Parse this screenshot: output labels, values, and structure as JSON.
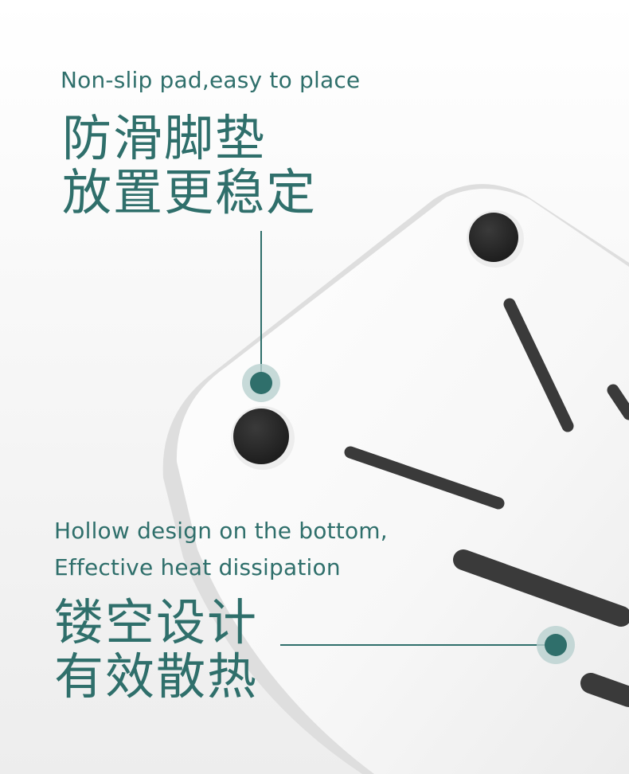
{
  "theme": {
    "accent": "#2f6f6b",
    "accent_light": "#3c827c",
    "halo": "#b9d1cf",
    "background": "#ececec",
    "product_surface": "#fbfbfb",
    "pad_color": "#2b2b2b",
    "slot_color": "#3b3b3b"
  },
  "feature_nonslip": {
    "caption_en": "Non-slip pad,easy to place",
    "title_cn_line1": "防滑脚垫",
    "title_cn_line2": "放置更稳定"
  },
  "feature_hollow": {
    "caption_en_line1": "Hollow design on the bottom,",
    "caption_en_line2": "Effective heat dissipation",
    "title_cn_line1": "镂空设计",
    "title_cn_line2": "有效散热"
  },
  "icons": {
    "callout_dot": "teal-dot-with-halo",
    "pad": "black-rubber-foot",
    "slot": "vent-slot"
  }
}
